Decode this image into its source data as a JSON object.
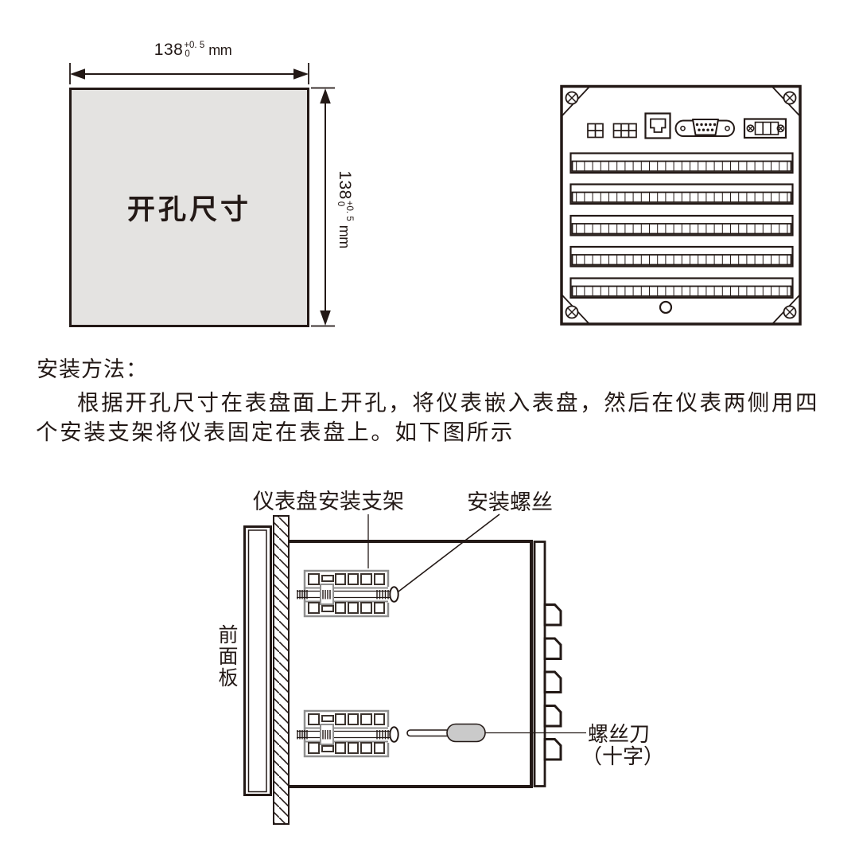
{
  "colors": {
    "ink": "#231916",
    "cutout_fill": "#e4e3e1",
    "handle_fill": "#cacaca",
    "bracket_gray": "#8f8f8f"
  },
  "cutout_figure": {
    "title": "开孔尺寸",
    "width_dim": {
      "value": "138",
      "tol_upper": "+0. 5",
      "tol_lower": "0",
      "unit": "mm"
    },
    "height_dim": {
      "value": "138",
      "tol_upper": "+0. 5",
      "tol_lower": "0",
      "unit": "mm"
    }
  },
  "rear_panel_figure": {
    "connector_icons": [
      "terminal-2pin",
      "terminal-3pin",
      "rj45-port",
      "db9-serial-port",
      "power-terminal"
    ],
    "terminal_strip_count": 5,
    "corner_screw_count": 4
  },
  "method": {
    "heading": "安装方法：",
    "line1": "根据开孔尺寸在表盘面上开孔，将仪表嵌入表盘，然后在仪表两侧用四",
    "line2": "个安装支架将仪表固定在表盘上。如下图所示"
  },
  "install_figure": {
    "labels": {
      "panel": "仪表盘",
      "bracket": "安装支架",
      "screw": "安装螺丝",
      "front_panel_chars": [
        "前",
        "面",
        "板"
      ],
      "screwdriver": "螺丝刀",
      "screwdriver_type": "（十字）"
    }
  }
}
